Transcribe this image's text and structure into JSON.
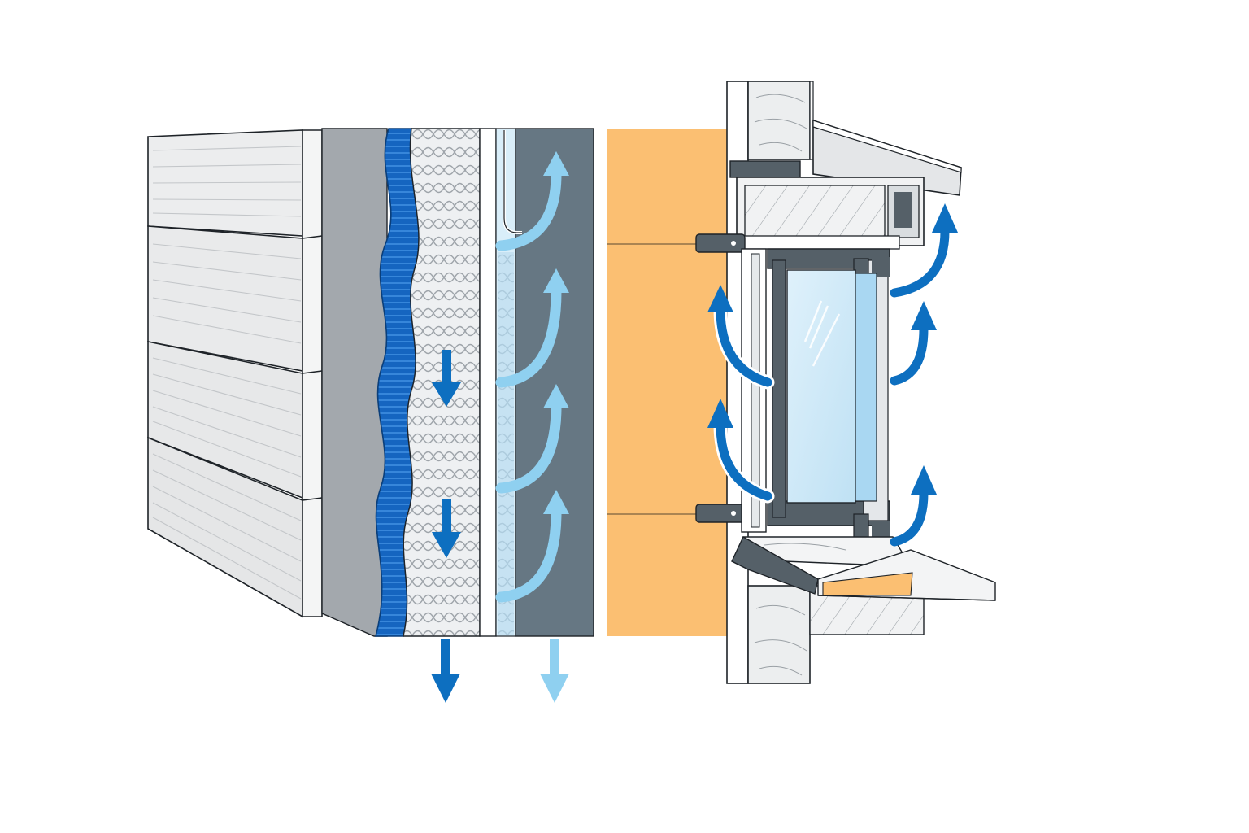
{
  "colors": {
    "background": "#ffffff",
    "siding": "#e9eaeb",
    "siding_line": "#c9cbcd",
    "sheathing": "#a3a8ad",
    "membrane": "#1565c0",
    "membrane_light": "#42a5f5",
    "insulation": "#eef0f2",
    "air_gap": "#b9dcef",
    "drainage_board": "#667783",
    "foam_board": "#fbbf72",
    "wall": "#eceeef",
    "frame": "#556068",
    "glass": "#cfe8f7",
    "arrow_dark": "#0d6fc0",
    "arrow_light": "#8fd0f0",
    "outline": "#1e2328"
  },
  "layers": [
    {
      "id": "siding",
      "icon": "horizontal-siding-panels"
    },
    {
      "id": "sheathing",
      "icon": "gray-sheathing-board"
    },
    {
      "id": "membrane",
      "icon": "wavy-blue-membrane"
    },
    {
      "id": "insulation",
      "icon": "honeycomb-insulation"
    },
    {
      "id": "air-gap",
      "icon": "light-blue-air-gap"
    },
    {
      "id": "drainage-board",
      "icon": "dark-gray-board"
    },
    {
      "id": "foam-board",
      "icon": "orange-foam-board"
    },
    {
      "id": "window",
      "icon": "window-frame-with-glass"
    }
  ],
  "flows": {
    "drainage_arrows": 4,
    "ventilation_arrows_channel": 4,
    "ventilation_arrows_window": 5
  }
}
